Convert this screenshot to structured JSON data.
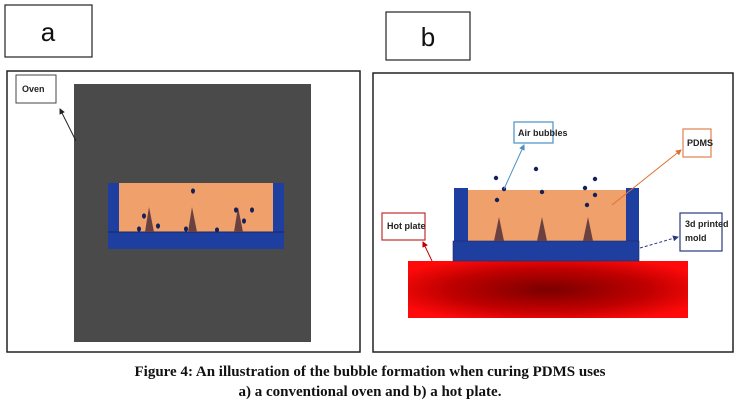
{
  "panels": {
    "a": {
      "label": "a",
      "oven_label": "Oven"
    },
    "b": {
      "label": "b",
      "air_bubbles_label": "Air bubbles",
      "pdms_label": "PDMS",
      "hot_plate_label": "Hot plate",
      "mold_label_line1": "3d printed",
      "mold_label_line2": "mold"
    }
  },
  "caption": {
    "line1": "Figure 4: An illustration of the bubble formation when curing PDMS uses",
    "line2": "a) a conventional oven and b) a hot plate."
  },
  "colors": {
    "oven": "#4a4a4a",
    "mold": "#1f3fa0",
    "pdms": "#f0a06a",
    "cone": "#6b4040",
    "bubble": "#13205a",
    "hot_plate": "#e00000"
  }
}
